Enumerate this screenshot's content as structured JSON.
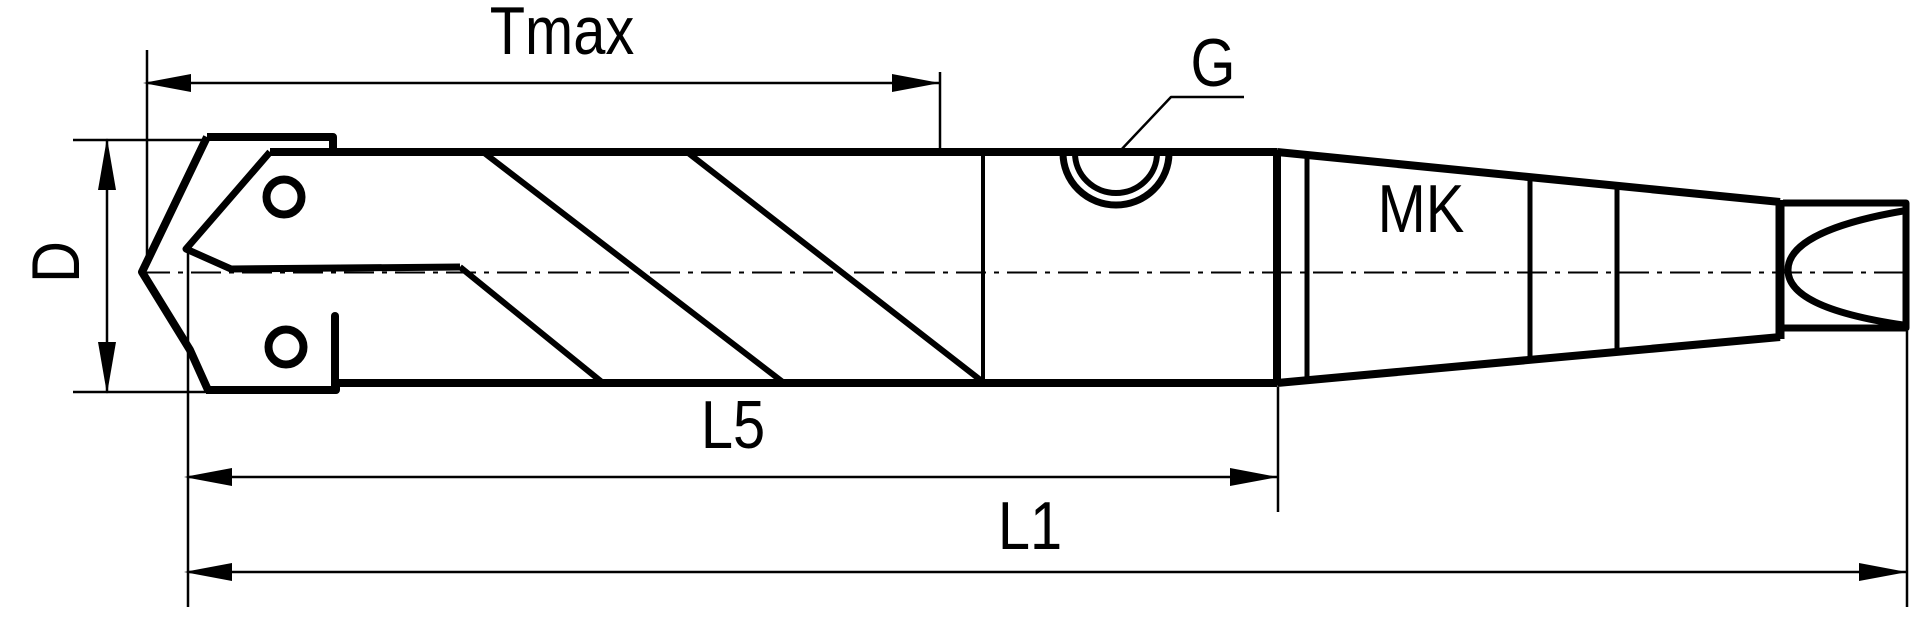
{
  "drawing": {
    "description": "Technical line drawing: indexable-insert drill with Morse taper shank, side view",
    "background_color": "#ffffff",
    "line_color": "#000000",
    "labels": {
      "tmax": "Tmax",
      "g": "G",
      "mk": "MK",
      "d": "D",
      "l5": "L5",
      "l1": "L1"
    }
  }
}
